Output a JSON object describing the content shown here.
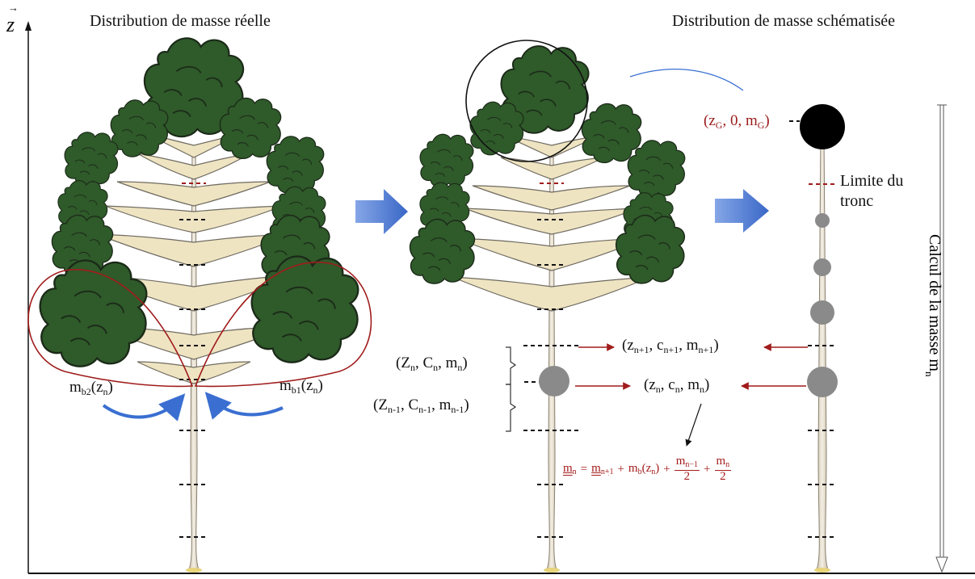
{
  "titles": {
    "left": "Distribution de masse réelle",
    "right": "Distribution de masse schématisée"
  },
  "axis": {
    "name": "z",
    "arrow_mark": "→"
  },
  "vertical_label": {
    "text": "Calcul de la masse m",
    "sub": "n"
  },
  "labels": {
    "mb2": {
      "main": "m",
      "sub": "b2",
      "arg": "(z",
      "arg_sub": "n",
      "close": ")"
    },
    "mb1": {
      "main": "m",
      "sub": "b1",
      "arg": "(z",
      "arg_sub": "n",
      "close": ")"
    },
    "limite": "Limite du tronc",
    "zg": {
      "open": "(z",
      "sub1": "G",
      "mid": ", 0, m",
      "sub2": "G",
      "close": ")"
    },
    "Zn": {
      "p1": "(Z",
      "s1": "n",
      "p2": ", C",
      "s2": "n",
      "p3": ",  m",
      "s3": "n",
      "p4": ")"
    },
    "Zn1": {
      "p1": "(Z",
      "s1": "n-1",
      "p2": ", C",
      "s2": "n-1",
      "p3": ", m",
      "s3": "n-1",
      "p4": ")"
    },
    "zn_plus": {
      "p1": "(z",
      "s1": "n+1",
      "p2": ", c",
      "s2": "n+1",
      "p3": ", m",
      "s3": "n+1",
      "p4": ")"
    },
    "zn": {
      "p1": "(z",
      "s1": "n",
      "p2": ", c",
      "s2": "n",
      "p3": ", m",
      "s3": "n",
      "p4": ")"
    }
  },
  "formula": {
    "lhs": "m",
    "lhs_sub": "n",
    "eq": "=",
    "t1": "m",
    "t1_sub": "n+1",
    "plus": "+",
    "t2": "m",
    "t2_sub": "b",
    "t2_arg": "(z",
    "t2_arg_sub": "n",
    "t2_close": ")",
    "f1_num": "m",
    "f1_num_sub": "n−1",
    "f1_den": "2",
    "f2_num": "m",
    "f2_num_sub": "n",
    "f2_den": "2"
  },
  "colors": {
    "foliage": "#2f5a2a",
    "foliage_stroke": "#1d2d1a",
    "trunk": "#e4dccb",
    "branch_fill": "#efe4c2",
    "red": "#a01c1c",
    "blue_arrow": "#3a6fd1",
    "grey_mass": "#8a8a8a",
    "black_mass": "#000000"
  },
  "icons": {
    "process_arrow": "blue-right-arrow-icon",
    "curved_arrow": "blue-curved-arrow-icon"
  }
}
